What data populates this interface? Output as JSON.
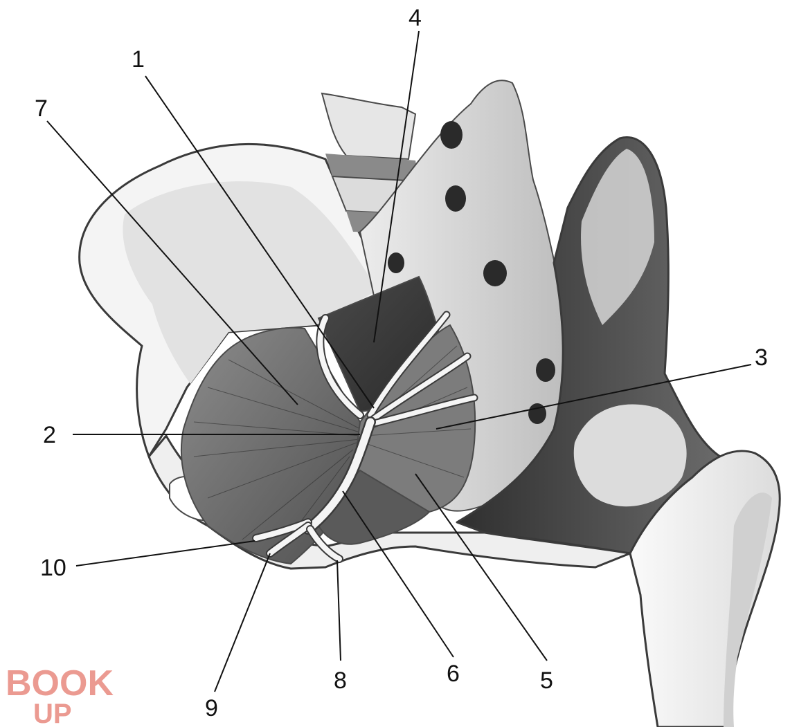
{
  "callouts": {
    "c1": "1",
    "c2": "2",
    "c3": "3",
    "c4": "4",
    "c5": "5",
    "c6": "6",
    "c7": "7",
    "c8": "8",
    "c9": "9",
    "c10": "10"
  },
  "watermark": {
    "line1": "BOOK",
    "line2": "UP",
    "color": "#e8897e"
  },
  "colors": {
    "bone_light": "#f2f2f2",
    "muscle_mid": "#7a7a7a",
    "muscle_dark": "#3c3c3c",
    "nerve": "#f5f5f5"
  }
}
